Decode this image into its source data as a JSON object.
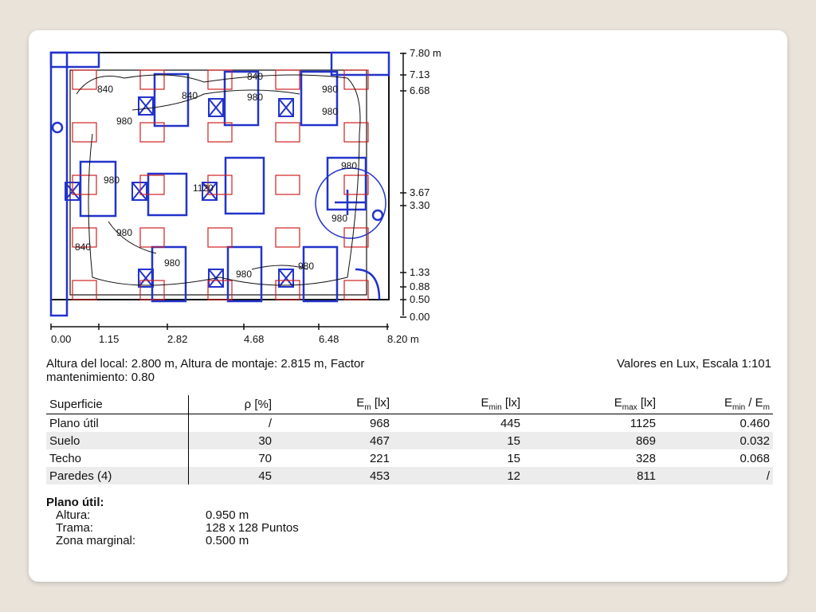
{
  "plan": {
    "y_axis_labels": [
      "7.80 m",
      "7.13",
      "6.68",
      "3.67",
      "3.30",
      "1.33",
      "0.88",
      "0.50",
      "0.00"
    ],
    "x_axis_labels": [
      "0.00",
      "1.15",
      "2.82",
      "4.68",
      "6.48",
      "8.20 m"
    ],
    "isolines": [
      "840",
      "980",
      "840",
      "840",
      "980",
      "980",
      "980",
      "980",
      "980",
      "1120",
      "980",
      "980",
      "840",
      "980",
      "980",
      "980"
    ]
  },
  "info": {
    "left_line1": "Altura del local: 2.800 m, Altura de montaje: 2.815 m, Factor",
    "left_line2": "mantenimiento: 0.80",
    "right": "Valores en Lux, Escala 1:101"
  },
  "table": {
    "headers": {
      "superficie": "Superficie",
      "rho": "ρ [%]",
      "em_main": "E",
      "em_sub": "m",
      "em_unit": " [lx]",
      "emin_main": "E",
      "emin_sub": "min",
      "emin_unit": " [lx]",
      "emax_main": "E",
      "emax_sub": "max",
      "emax_unit": " [lx]",
      "ratio_main": "E",
      "ratio_sub": "min",
      "ratio_mid": " / E",
      "ratio_sub2": "m"
    },
    "rows": [
      {
        "name": "Plano útil",
        "rho": "/",
        "em": "968",
        "emin": "445",
        "emax": "1125",
        "ratio": "0.460"
      },
      {
        "name": "Suelo",
        "rho": "30",
        "em": "467",
        "emin": "15",
        "emax": "869",
        "ratio": "0.032"
      },
      {
        "name": "Techo",
        "rho": "70",
        "em": "221",
        "emin": "15",
        "emax": "328",
        "ratio": "0.068"
      },
      {
        "name": "Paredes (4)",
        "rho": "45",
        "em": "453",
        "emin": "12",
        "emax": "811",
        "ratio": "/"
      }
    ]
  },
  "plano_util": {
    "title": "Plano útil:",
    "items": [
      {
        "k": "Altura:",
        "v": "0.950 m"
      },
      {
        "k": "Trama:",
        "v": "128 x 128 Puntos"
      },
      {
        "k": "Zona marginal:",
        "v": "0.500 m"
      }
    ]
  }
}
